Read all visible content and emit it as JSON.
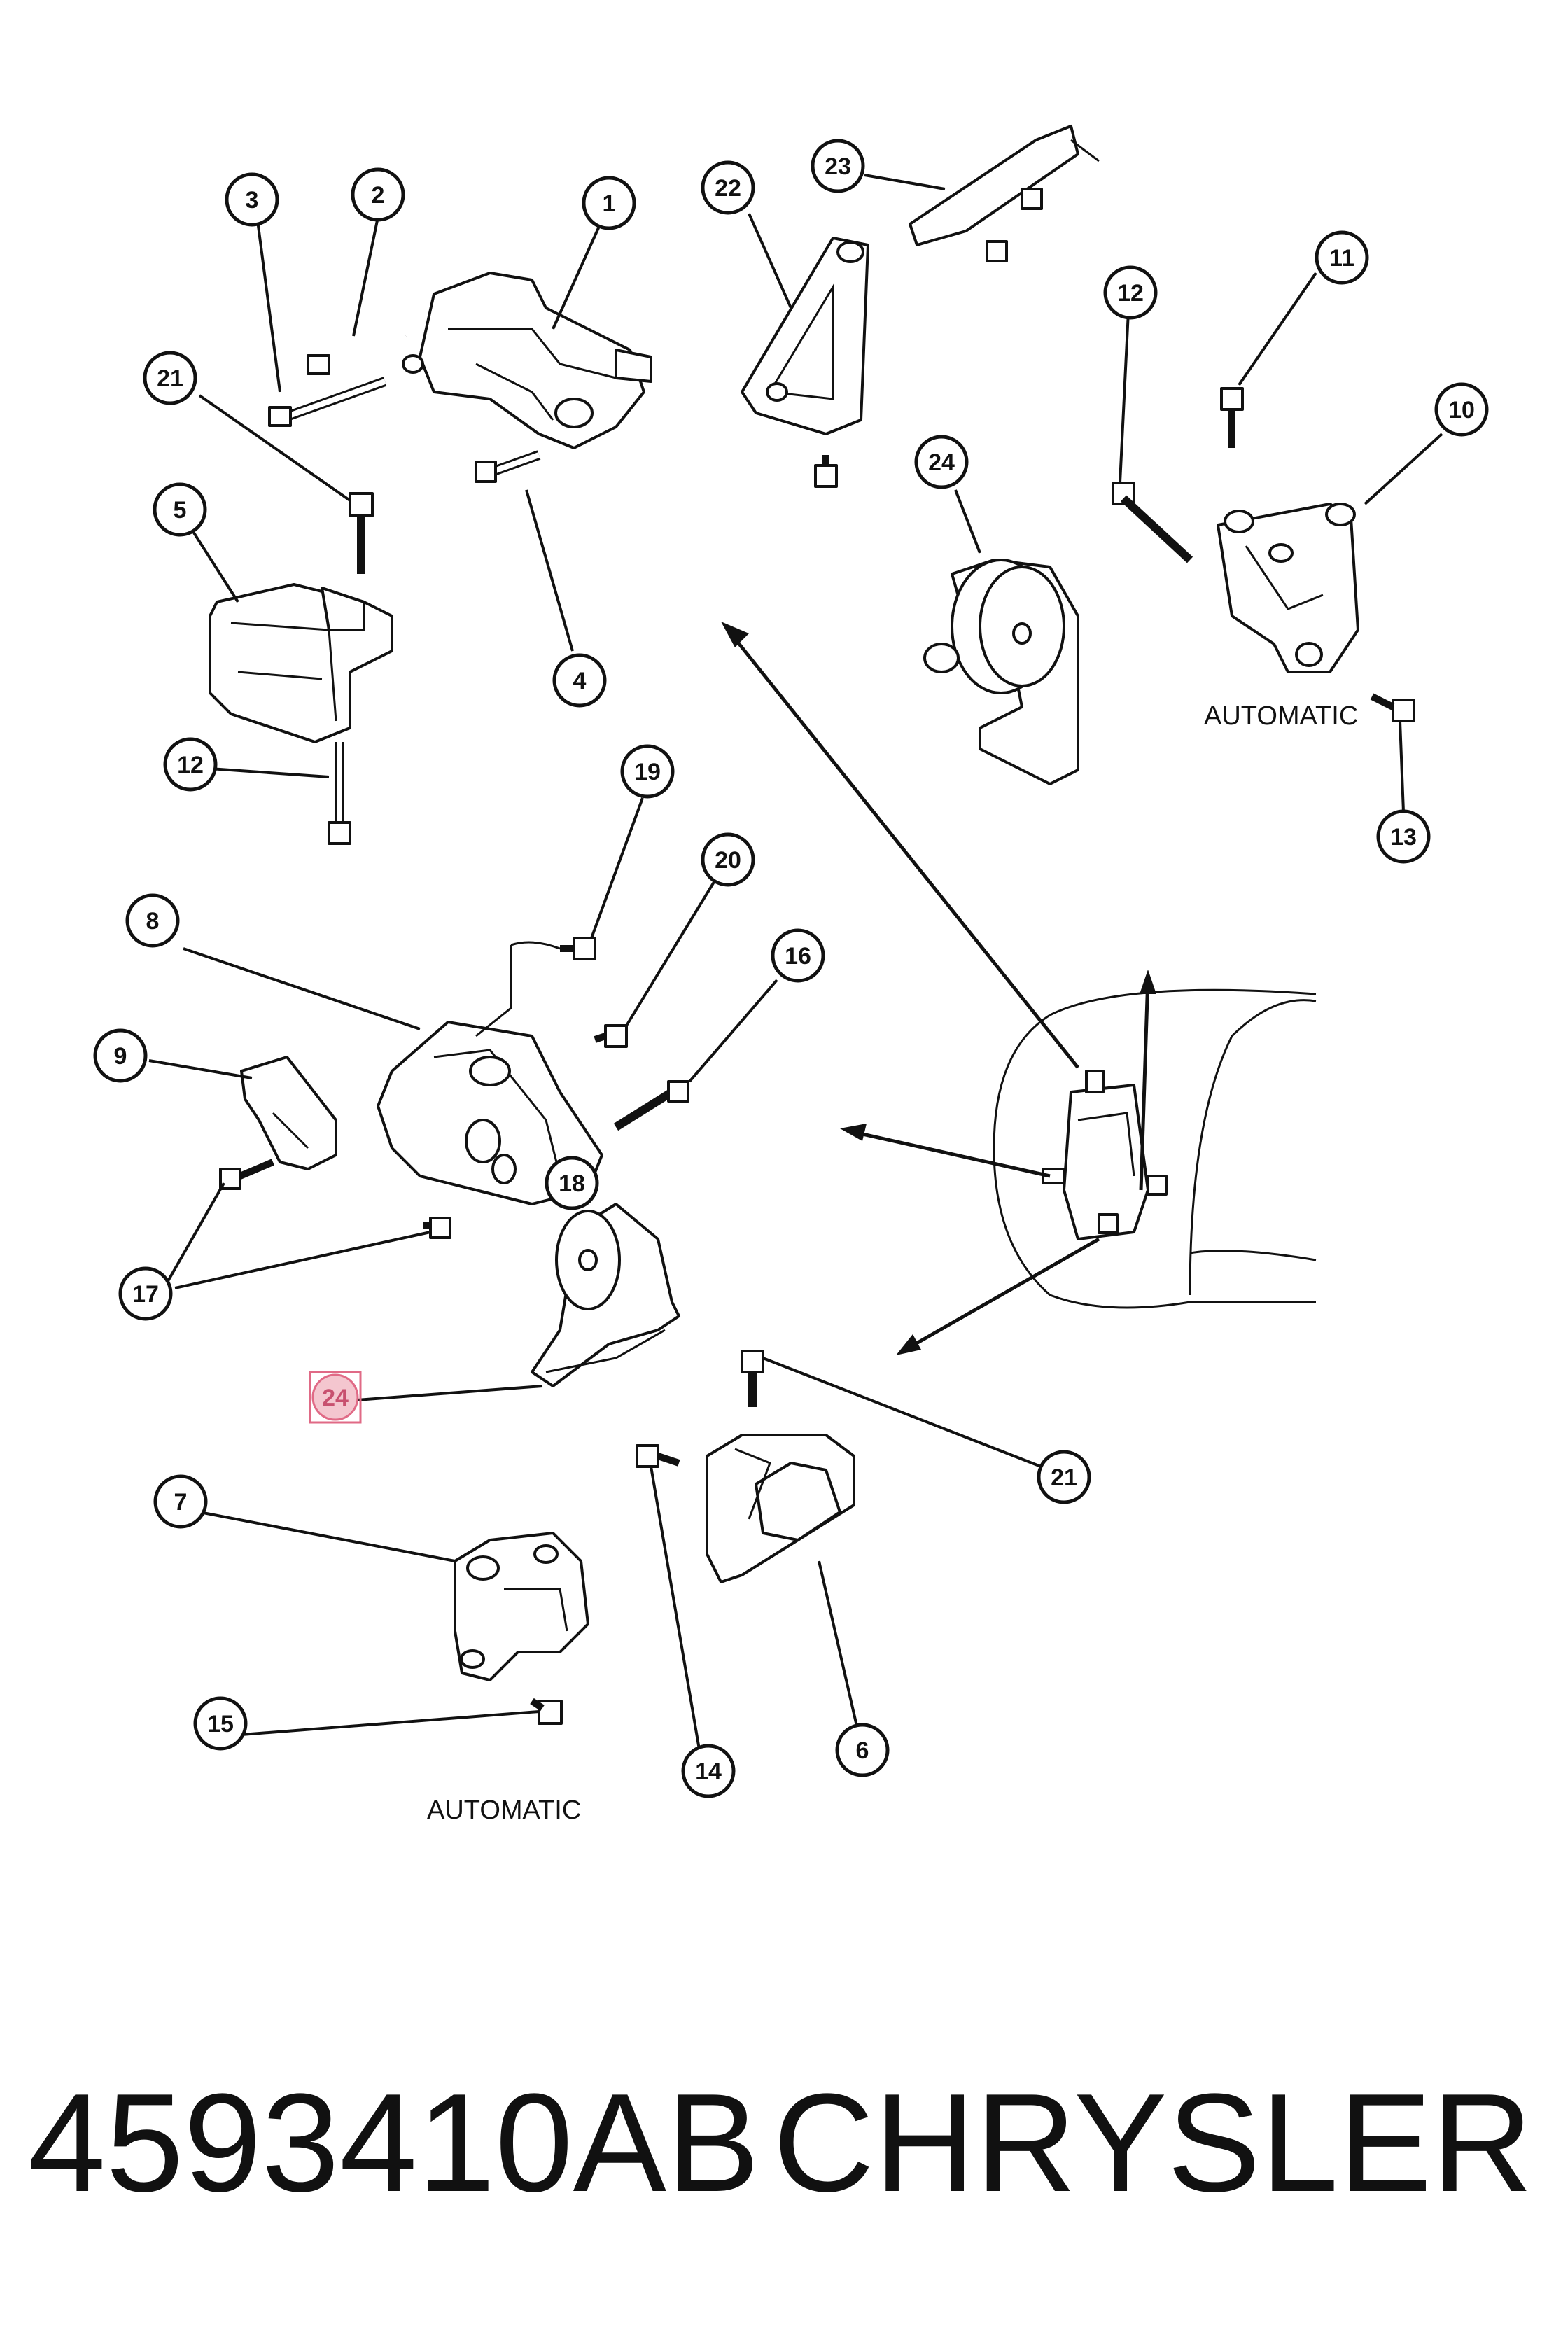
{
  "diagram": {
    "callouts": [
      {
        "id": "c1",
        "label": "1"
      },
      {
        "id": "c2",
        "label": "2"
      },
      {
        "id": "c3",
        "label": "3"
      },
      {
        "id": "c4",
        "label": "4"
      },
      {
        "id": "c5",
        "label": "5"
      },
      {
        "id": "c21a",
        "label": "21"
      },
      {
        "id": "c12a",
        "label": "12"
      },
      {
        "id": "c22",
        "label": "22"
      },
      {
        "id": "c23",
        "label": "23"
      },
      {
        "id": "c24a",
        "label": "24"
      },
      {
        "id": "c12b",
        "label": "12"
      },
      {
        "id": "c11",
        "label": "11"
      },
      {
        "id": "c10",
        "label": "10"
      },
      {
        "id": "c13",
        "label": "13"
      },
      {
        "id": "c19",
        "label": "19"
      },
      {
        "id": "c20",
        "label": "20"
      },
      {
        "id": "c8",
        "label": "8"
      },
      {
        "id": "c16",
        "label": "16"
      },
      {
        "id": "c9",
        "label": "9"
      },
      {
        "id": "c18",
        "label": "18"
      },
      {
        "id": "c17",
        "label": "17"
      },
      {
        "id": "c24b",
        "label": "24",
        "highlighted": true
      },
      {
        "id": "c21b",
        "label": "21"
      },
      {
        "id": "c7",
        "label": "7"
      },
      {
        "id": "c15",
        "label": "15"
      },
      {
        "id": "c14",
        "label": "14"
      },
      {
        "id": "c6",
        "label": "6"
      }
    ],
    "labels": {
      "automatic_top": "AUTOMATIC",
      "automatic_bottom": "AUTOMATIC"
    }
  },
  "footer": {
    "part_number": "4593410AB",
    "brand": "CHRYSLER"
  }
}
